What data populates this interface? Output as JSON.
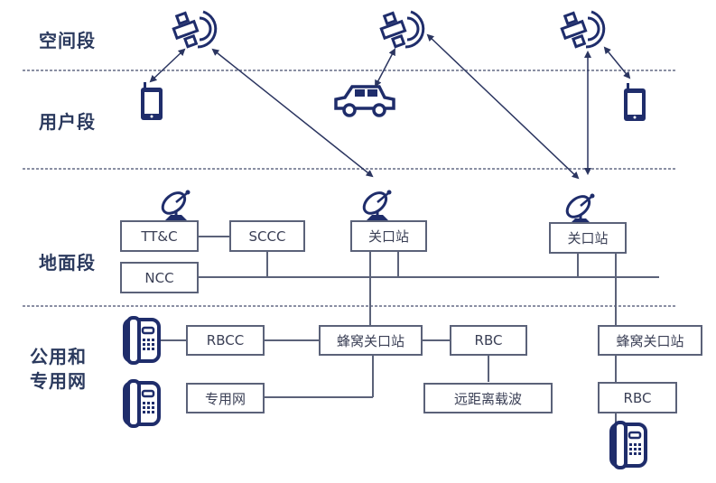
{
  "segments": {
    "space": "空间段",
    "user": "用户段",
    "ground": "地面段",
    "network_line1": "公用和",
    "network_line2": "专用网"
  },
  "ground_boxes": {
    "ttc": "TT&C",
    "sccc": "SCCC",
    "ncc": "NCC",
    "gateway_1": "关口站",
    "gateway_2": "关口站"
  },
  "network_boxes": {
    "rbcc": "RBCC",
    "private_net": "专用网",
    "cellular_gw_1": "蜂窝关口站",
    "rbc_1": "RBC",
    "long_distance_carrier": "远距离载波",
    "cellular_gw_2": "蜂窝关口站",
    "rbc_2": "RBC"
  },
  "colors": {
    "icon": "#1f2d6b",
    "line": "#5b6279",
    "divider": "#8a8fa3",
    "label": "#2b3a5e"
  }
}
